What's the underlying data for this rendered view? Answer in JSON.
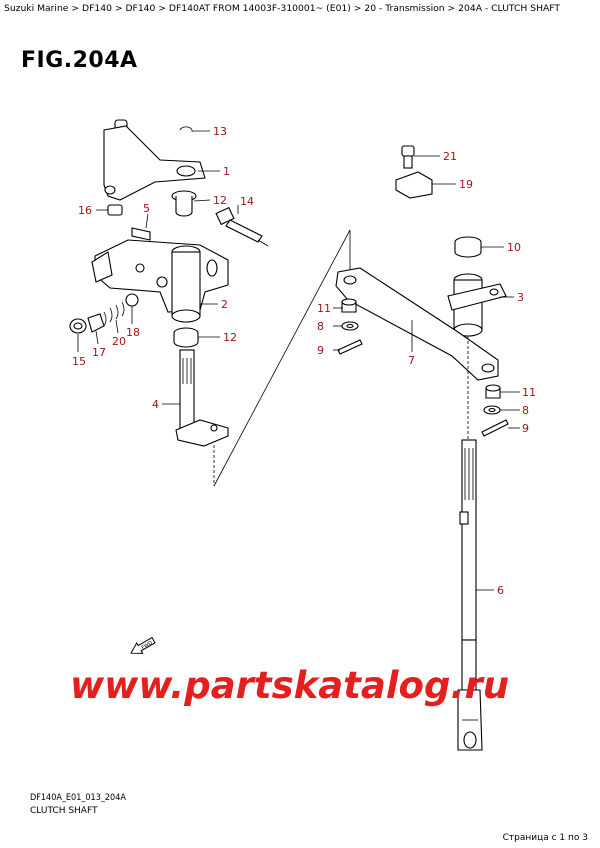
{
  "breadcrumb": [
    "Suzuki Marine",
    "DF140",
    "DF140",
    "DF140AT FROM 14003F-310001~ (E01)",
    "20 - Transmission",
    "204A - CLUTCH SHAFT"
  ],
  "breadcrumb_sep": ">",
  "figure_title": "FIG.204A",
  "callouts": [
    "13",
    "1",
    "12",
    "14",
    "16",
    "5",
    "2",
    "12",
    "15",
    "17",
    "20",
    "18",
    "4",
    "21",
    "19",
    "10",
    "3",
    "11",
    "8",
    "9",
    "7",
    "11",
    "8",
    "9",
    "6"
  ],
  "forward_label": "FWD",
  "watermark": "www.partskatalog.ru",
  "drawing_code": "DF140A_E01_013_204A",
  "caption": "CLUTCH SHAFT",
  "pager": "Страница с 1 по 3",
  "colors": {
    "callout": "#a01515",
    "watermark": "#e51e1e",
    "line": "#000000"
  }
}
